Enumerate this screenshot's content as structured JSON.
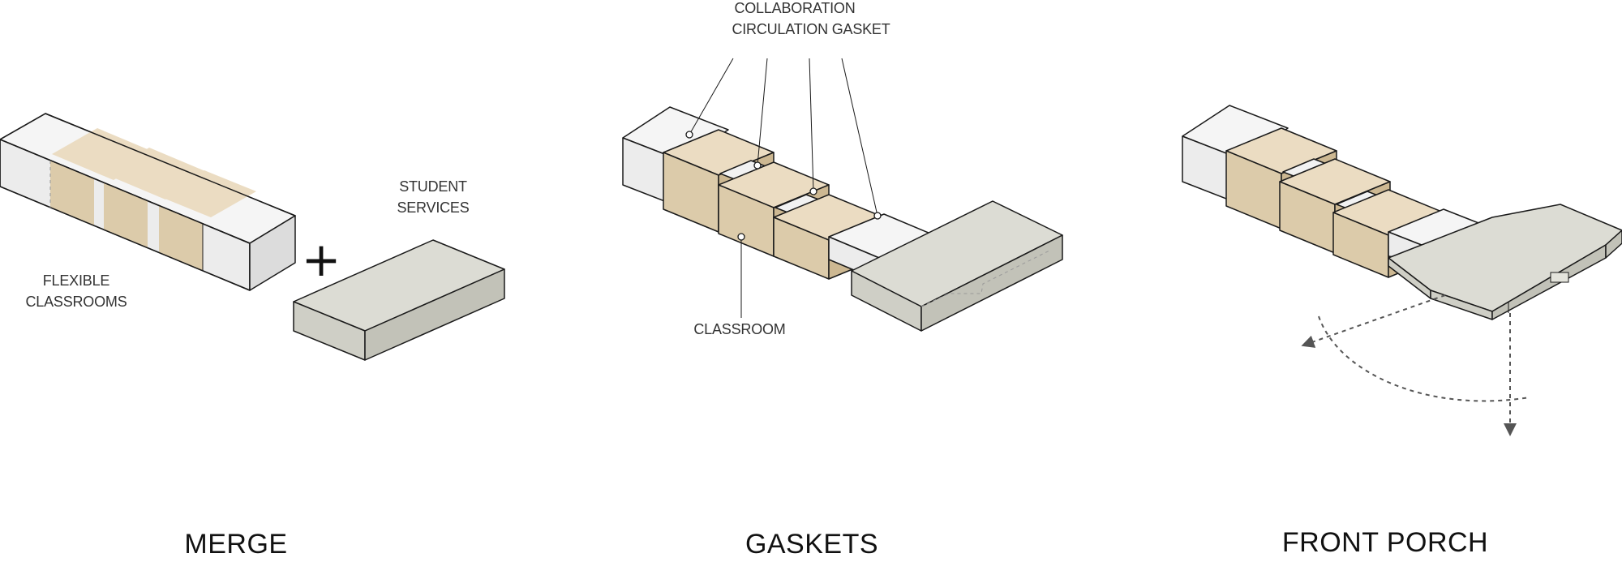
{
  "panels": [
    {
      "title": "MERGE",
      "labels": {
        "flexible_line1": "FLEXIBLE",
        "flexible_line2": "CLASSROOMS",
        "student_line1": "STUDENT",
        "student_line2": "SERVICES",
        "plus": "+"
      }
    },
    {
      "title": "GASKETS",
      "labels": {
        "collab_line1": "COLLABORATION",
        "collab_line2": "CIRCULATION GASKET",
        "classroom": "CLASSROOM"
      }
    },
    {
      "title": "FRONT PORCH"
    }
  ],
  "colors": {
    "classroom_top": "#ebdcc2",
    "classroom_front": "#dccbaa",
    "classroom_side": "#cdb892",
    "white_top": "#f5f5f5",
    "white_front": "#ececec",
    "white_side": "#dcdcdc",
    "services_top": "#dcdcd4",
    "services_front": "#cfcfc6",
    "services_side": "#c2c2b8"
  }
}
